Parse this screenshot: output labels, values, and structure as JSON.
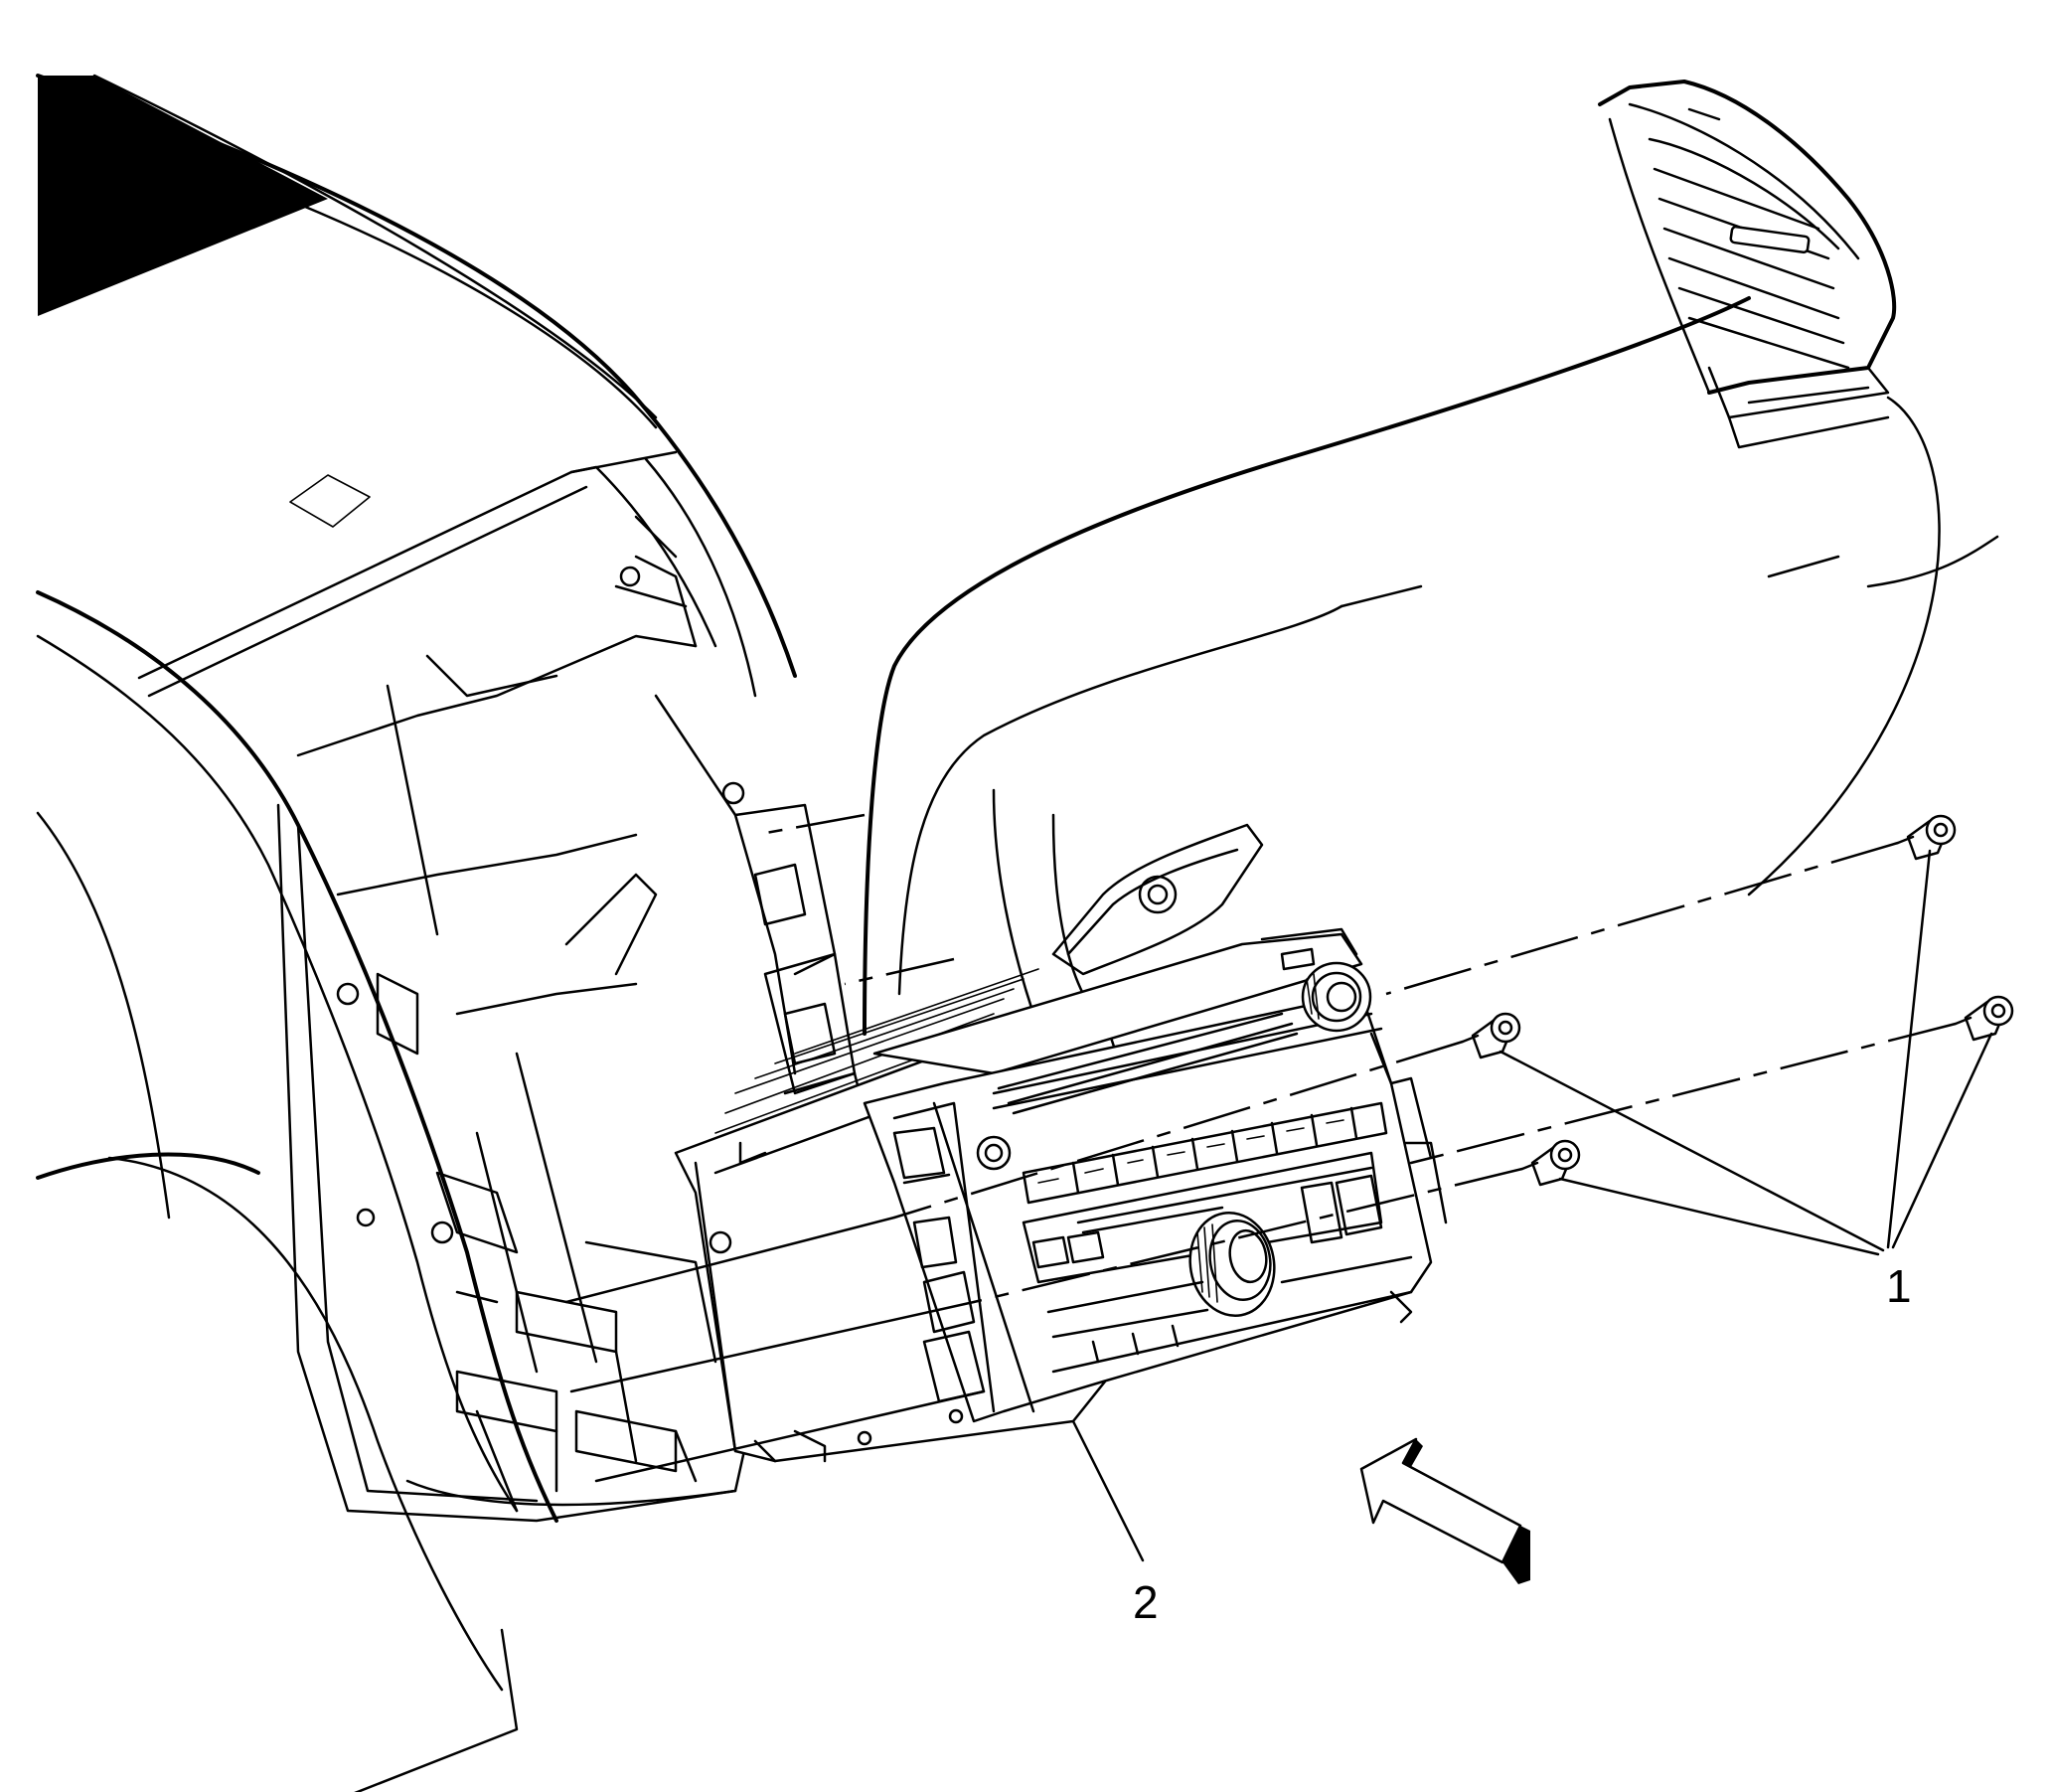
{
  "diagram": {
    "callouts": [
      {
        "id": "fasteners",
        "label": "1"
      },
      {
        "id": "radio",
        "label": "2"
      }
    ]
  }
}
